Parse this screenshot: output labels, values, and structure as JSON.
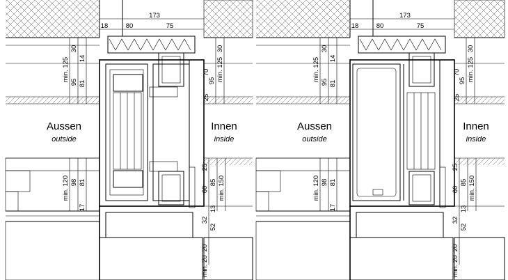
{
  "labels": {
    "outside_de": "Aussen",
    "outside_en": "outside",
    "inside_de": "Innen",
    "inside_en": "inside"
  },
  "dimensions": {
    "top_total": "173",
    "top_18": "18",
    "top_80": "80",
    "top_75": "75",
    "left_min125": "min. 125",
    "left_30": "30",
    "left_95": "95",
    "left_14": "14",
    "left_81": "81",
    "right_30": "30",
    "right_70": "70",
    "right_95": "95",
    "right_min125": "min. 125",
    "right_25": "25",
    "bl_min120": "min. 120",
    "bl_98": "98",
    "bl_81": "81",
    "bl_17": "17",
    "br_25": "25",
    "br_60": "60",
    "br_85": "85",
    "br_min150": "min. 150",
    "br_13": "13",
    "br_32": "32",
    "br_52": "52",
    "br_20": "20",
    "br_min20": "min. 20"
  },
  "colors": {
    "line": "#000000",
    "hatch": "#555555",
    "glass": "#eeeeee"
  }
}
